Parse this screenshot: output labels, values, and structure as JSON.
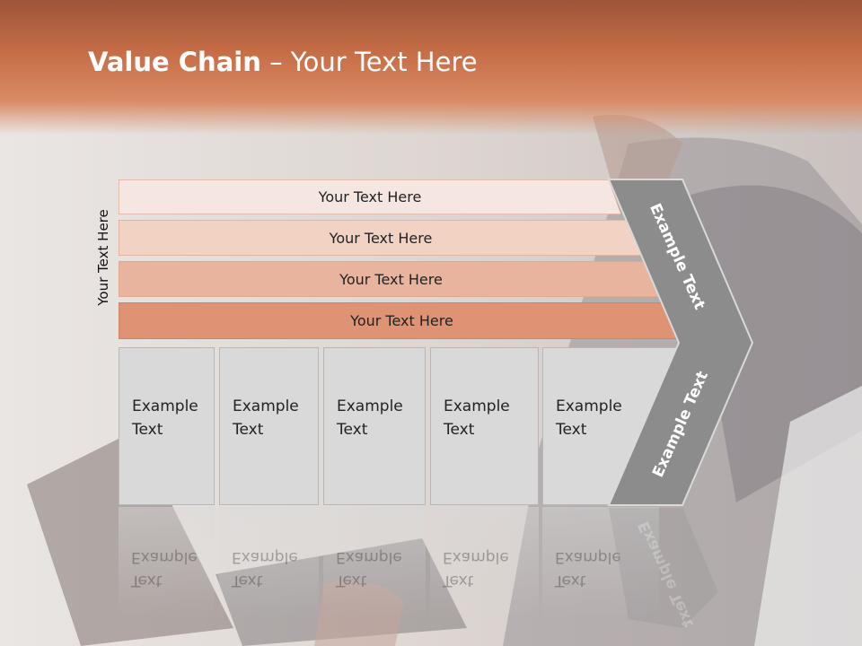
{
  "title": {
    "bold": "Value Chain",
    "rest": " – Your Text Here"
  },
  "side_label": "Your Text Here",
  "bars": [
    {
      "label": "Your Text Here",
      "color": "#f6e6e1"
    },
    {
      "label": "Your Text Here",
      "color": "#f1d2c3"
    },
    {
      "label": "Your Text Here",
      "color": "#e8b49e"
    },
    {
      "label": "Your Text Here",
      "color": "#dd9374"
    }
  ],
  "boxes": [
    {
      "line1": "Example",
      "line2": "Text"
    },
    {
      "line1": "Example",
      "line2": "Text"
    },
    {
      "line1": "Example",
      "line2": "Text"
    },
    {
      "line1": "Example",
      "line2": "Text"
    },
    {
      "line1": "Example",
      "line2": "Text"
    }
  ],
  "arrow": {
    "upper_label": "Example Text",
    "lower_label": "Example Text",
    "color": "#8c8c8c"
  }
}
